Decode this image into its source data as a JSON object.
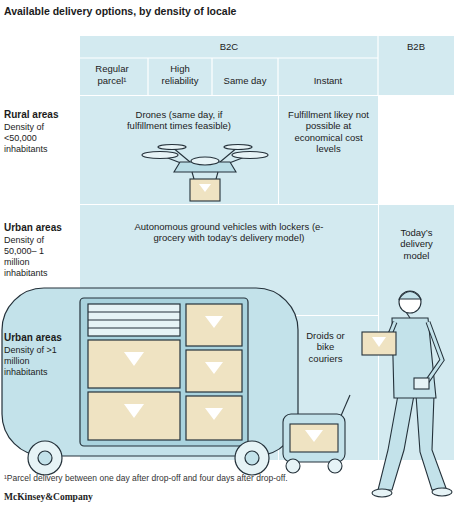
{
  "diagram": {
    "title": "Available delivery options, by density of locale",
    "caption": "¹Parcel delivery between one day after drop-off and four days after drop-off.",
    "nodes": [
      {
        "text": [
          "Drones (same day, if fulfillment times feasible)"
        ]
      },
      {
        "text": [
          "Fulfillment likey not possible at economical cost levels"
        ]
      },
      {
        "text": [
          "Autonomous ground vehicles with lockers (e-grocery with today’s delivery model)"
        ]
      },
      {
        "text": [
          "Today’s delivery model"
        ]
      },
      {
        "text": [
          "Droids or bike couriers"
        ]
      }
    ],
    "labels": [
      "B2C",
      "B2B",
      "Regular parcel¹",
      "High reliability",
      "Same day",
      "Instant",
      "Rural areas",
      "Density of <50,000 inhabitants",
      "Urban areas",
      "Density of 50,000– 1 million inhabitants",
      "Urban areas",
      "Density of >1 million inhabitants",
      "McKinsey&Company"
    ]
  }
}
